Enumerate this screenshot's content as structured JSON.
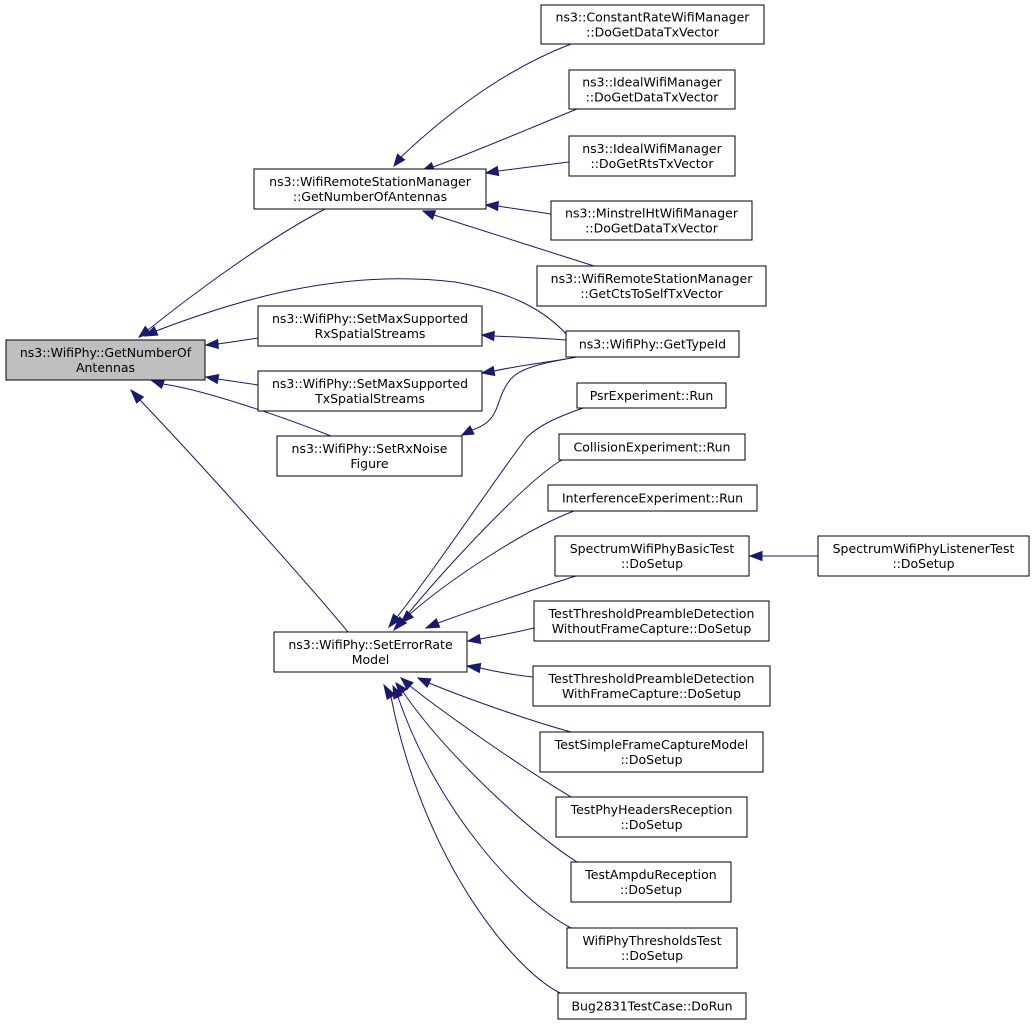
{
  "nodes": [
    {
      "id": "root",
      "lines": [
        "ns3::WifiPhy::GetNumberOf",
        "Antennas"
      ]
    },
    {
      "id": "rsm_getnum",
      "lines": [
        "ns3::WifiRemoteStationManager",
        "::GetNumberOfAntennas"
      ]
    },
    {
      "id": "rx_streams",
      "lines": [
        "ns3::WifiPhy::SetMaxSupported",
        "RxSpatialStreams"
      ]
    },
    {
      "id": "tx_streams",
      "lines": [
        "ns3::WifiPhy::SetMaxSupported",
        "TxSpatialStreams"
      ]
    },
    {
      "id": "noise",
      "lines": [
        "ns3::WifiPhy::SetRxNoise",
        "Figure"
      ]
    },
    {
      "id": "errmodel",
      "lines": [
        "ns3::WifiPhy::SetErrorRate",
        "Model"
      ]
    },
    {
      "id": "crwm",
      "lines": [
        "ns3::ConstantRateWifiManager",
        "::DoGetDataTxVector"
      ]
    },
    {
      "id": "iwm_data",
      "lines": [
        "ns3::IdealWifiManager",
        "::DoGetDataTxVector"
      ]
    },
    {
      "id": "iwm_rts",
      "lines": [
        "ns3::IdealWifiManager",
        "::DoGetRtsTxVector"
      ]
    },
    {
      "id": "mhwm",
      "lines": [
        "ns3::MinstrelHtWifiManager",
        "::DoGetDataTxVector"
      ]
    },
    {
      "id": "rsm_cts",
      "lines": [
        "ns3::WifiRemoteStationManager",
        "::GetCtsToSelfTxVector"
      ]
    },
    {
      "id": "typeid",
      "lines": [
        "ns3::WifiPhy::GetTypeId"
      ]
    },
    {
      "id": "psr",
      "lines": [
        "PsrExperiment::Run"
      ]
    },
    {
      "id": "collision",
      "lines": [
        "CollisionExperiment::Run"
      ]
    },
    {
      "id": "interference",
      "lines": [
        "InterferenceExperiment::Run"
      ]
    },
    {
      "id": "swpbt",
      "lines": [
        "SpectrumWifiPhyBasicTest",
        "::DoSetup"
      ]
    },
    {
      "id": "swplt",
      "lines": [
        "SpectrumWifiPhyListenerTest",
        "::DoSetup"
      ]
    },
    {
      "id": "ttpd_wo",
      "lines": [
        "TestThresholdPreambleDetection",
        "WithoutFrameCapture::DoSetup"
      ]
    },
    {
      "id": "ttpd_w",
      "lines": [
        "TestThresholdPreambleDetection",
        "WithFrameCapture::DoSetup"
      ]
    },
    {
      "id": "tsfcm",
      "lines": [
        "TestSimpleFrameCaptureModel",
        "::DoSetup"
      ]
    },
    {
      "id": "tphr",
      "lines": [
        "TestPhyHeadersReception",
        "::DoSetup"
      ]
    },
    {
      "id": "tampdu",
      "lines": [
        "TestAmpduReception",
        "::DoSetup"
      ]
    },
    {
      "id": "wptt",
      "lines": [
        "WifiPhyThresholdsTest",
        "::DoSetup"
      ]
    },
    {
      "id": "bug2831",
      "lines": [
        "Bug2831TestCase::DoRun"
      ]
    }
  ],
  "edges": [
    {
      "from": "rsm_getnum",
      "to": "root"
    },
    {
      "from": "typeid",
      "to": "root"
    },
    {
      "from": "rx_streams",
      "to": "root"
    },
    {
      "from": "tx_streams",
      "to": "root"
    },
    {
      "from": "noise",
      "to": "root"
    },
    {
      "from": "errmodel",
      "to": "root"
    },
    {
      "from": "crwm",
      "to": "rsm_getnum"
    },
    {
      "from": "iwm_data",
      "to": "rsm_getnum"
    },
    {
      "from": "iwm_rts",
      "to": "rsm_getnum"
    },
    {
      "from": "mhwm",
      "to": "rsm_getnum"
    },
    {
      "from": "rsm_cts",
      "to": "rsm_getnum"
    },
    {
      "from": "typeid",
      "to": "rx_streams"
    },
    {
      "from": "typeid",
      "to": "tx_streams"
    },
    {
      "from": "typeid",
      "to": "noise"
    },
    {
      "from": "psr",
      "to": "errmodel"
    },
    {
      "from": "collision",
      "to": "errmodel"
    },
    {
      "from": "interference",
      "to": "errmodel"
    },
    {
      "from": "swpbt",
      "to": "errmodel"
    },
    {
      "from": "ttpd_wo",
      "to": "errmodel"
    },
    {
      "from": "ttpd_w",
      "to": "errmodel"
    },
    {
      "from": "tsfcm",
      "to": "errmodel"
    },
    {
      "from": "tphr",
      "to": "errmodel"
    },
    {
      "from": "tampdu",
      "to": "errmodel"
    },
    {
      "from": "wptt",
      "to": "errmodel"
    },
    {
      "from": "bug2831",
      "to": "errmodel"
    },
    {
      "from": "swplt",
      "to": "swpbt"
    }
  ],
  "colors": {
    "edge": "#191970",
    "root_fill": "#bfbfbf",
    "node_fill": "#ffffff",
    "node_stroke": "#000000"
  }
}
